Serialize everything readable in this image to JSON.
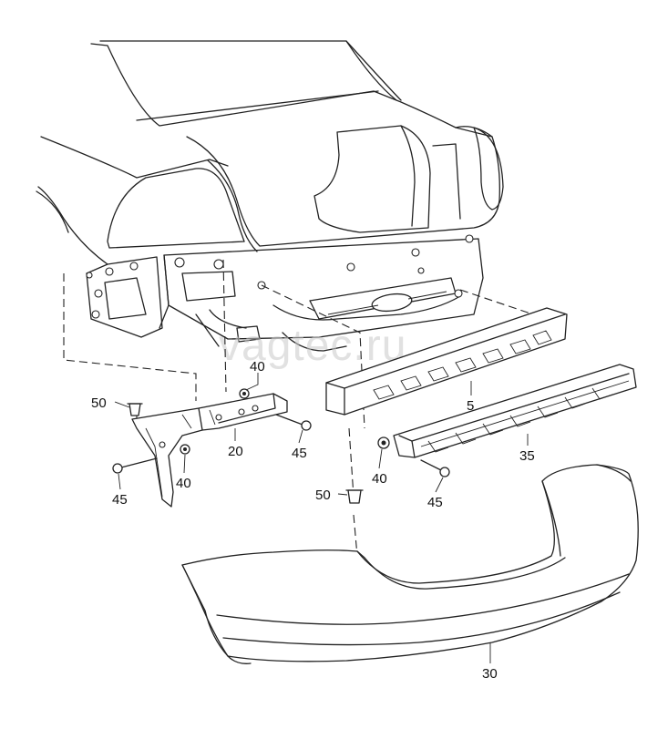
{
  "watermark": "vagtec.ru",
  "callouts": {
    "c5": "5",
    "c20": "20",
    "c30": "30",
    "c35": "35",
    "c40a": "40",
    "c40b": "40",
    "c40c": "40",
    "c45a": "45",
    "c45b": "45",
    "c45c": "45",
    "c50a": "50",
    "c50b": "50"
  },
  "colors": {
    "line": "#222222",
    "watermark": "#c9c9c9"
  }
}
